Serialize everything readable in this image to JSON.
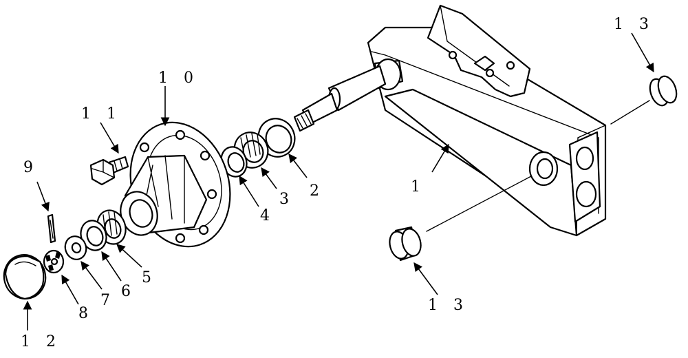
{
  "diagram": {
    "callouts": {
      "c1": "1",
      "c2": "2",
      "c3": "3",
      "c4": "4",
      "c5": "5",
      "c6": "6",
      "c7": "7",
      "c8": "8",
      "c9": "9",
      "c10": "1 0",
      "c11": "1 1",
      "c12": "1 2",
      "c13a": "1 3",
      "c13b": "1 3"
    }
  }
}
